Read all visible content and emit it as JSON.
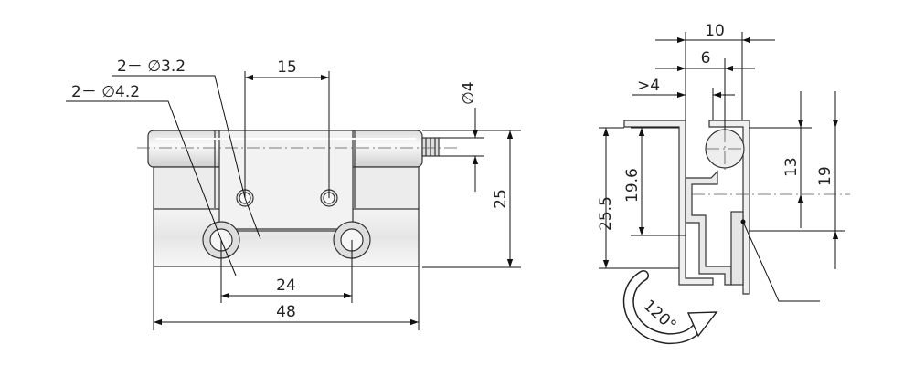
{
  "front_view": {
    "callout_small_hole": "2－ ∅3.2",
    "callout_large_hole": "2－ ∅4.2",
    "dim_hole_spacing_top": "15",
    "dim_pin_diameter": "∅4",
    "dim_height": "25",
    "dim_hole_spacing_bottom": "24",
    "dim_total_width": "48"
  },
  "side_view": {
    "dim_width_10": "10",
    "dim_width_6": "6",
    "dim_clearance": ">4",
    "dim_height_25_5": "25.5",
    "dim_height_19_6": "19.6",
    "dim_height_13": "13",
    "dim_height_19": "19",
    "rotation_angle": "120°"
  }
}
